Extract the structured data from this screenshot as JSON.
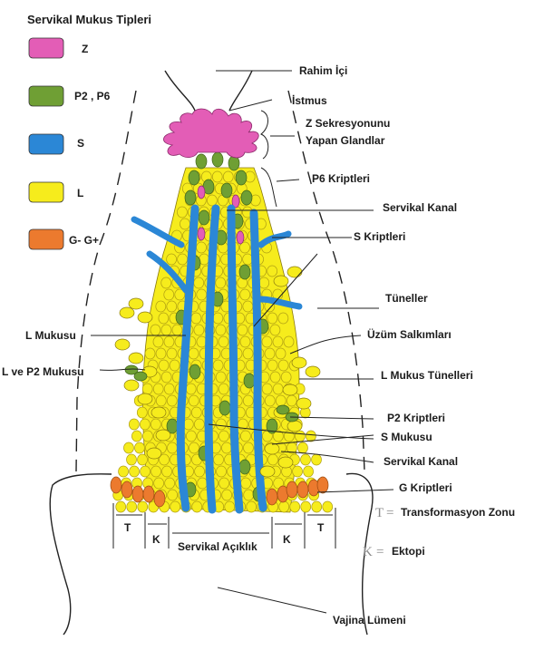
{
  "legend": {
    "title": "Servikal Mukus Tipleri",
    "items": [
      {
        "label": "Z",
        "color": "#e35db6"
      },
      {
        "label": "P2 , P6",
        "color": "#6f9f34"
      },
      {
        "label": "S",
        "color": "#2b87d6"
      },
      {
        "label": "L",
        "color": "#f6ec1c"
      },
      {
        "label": "G-  G+",
        "color": "#ec7a2e"
      }
    ]
  },
  "labels": {
    "rahim_ici": "Rahim İçi",
    "istmus": "İstmus",
    "z_sekresyon_1": "Z Sekresyonunu",
    "z_sekresyon_2": "Yapan Glandlar",
    "p6_kriptleri": "P6 Kriptleri",
    "servikal_kanal_top": "Servikal Kanal",
    "s_kriptleri": "S Kriptleri",
    "tuneller": "Tüneller",
    "l_mukusu": "L Mukusu",
    "uzum_salkimlari": "Üzüm Salkımları",
    "l_ve_p2": "L ve P2 Mukusu",
    "l_mukus_tunelleri": "L Mukus Tünelleri",
    "p2_kriptleri": "P2 Kriptleri",
    "s_mukusu": "S Mukusu",
    "servikal_kanal_bottom": "Servikal Kanal",
    "g_kriptleri": "G Kriptleri",
    "t_key": "T",
    "t_eq": "=",
    "transformasyon": "Transformasyon Zonu",
    "k_key": "K",
    "k_eq": "=",
    "ektopi": "Ektopi",
    "servikal_aciklik": "Servikal Açıklık",
    "vajina_lumeni": "Vajina Lümeni",
    "t_left": "T",
    "k_left": "K",
    "k_right": "K",
    "t_right": "T"
  }
}
